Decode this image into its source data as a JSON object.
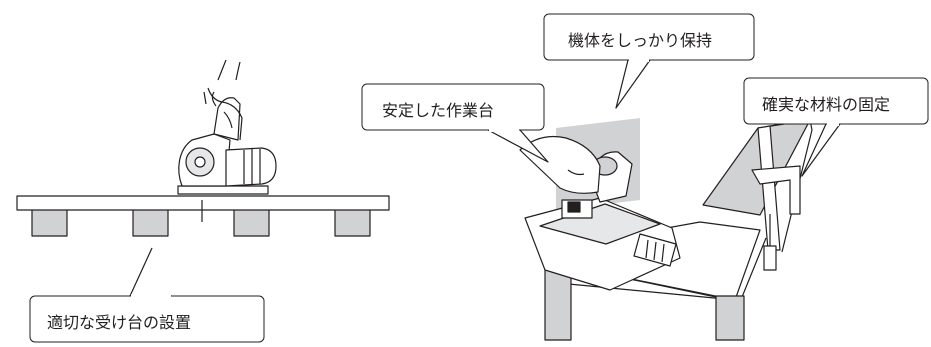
{
  "callouts": {
    "support_placement": "適切な受け台の設置",
    "hold_firmly": "機体をしっかり保持",
    "stable_workbench": "安定した作業台",
    "secure_clamping": "確実な材料の固定"
  }
}
